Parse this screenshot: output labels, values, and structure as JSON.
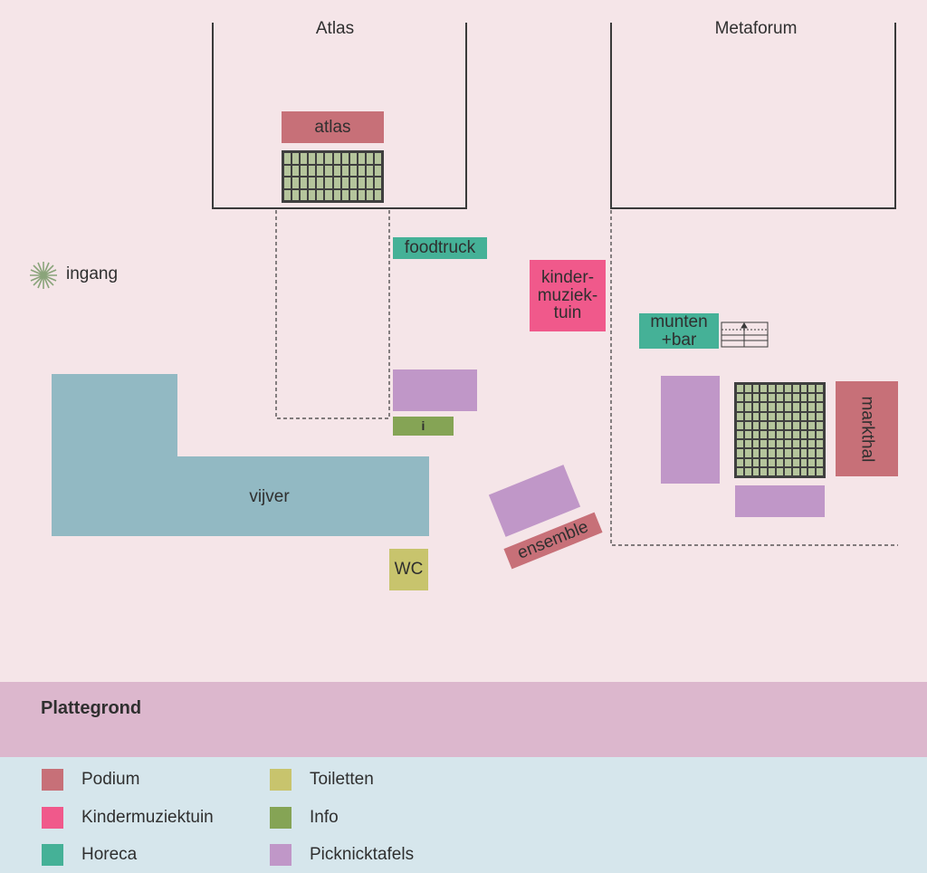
{
  "colors": {
    "podium": "#c77078",
    "kindermuziektuin": "#f0598b",
    "horeca": "#45b197",
    "toiletten": "#c8c46d",
    "info": "#85a455",
    "picknicktafels": "#c097c8",
    "water": "#92b9c3",
    "background": "#f5e5e8"
  },
  "buildings": {
    "atlas": "Atlas",
    "metaforum": "Metaforum"
  },
  "entrance": {
    "label": "ingang",
    "icon": "star-burst-icon"
  },
  "zones": {
    "atlas_stage": "atlas",
    "foodtruck": "foodtruck",
    "kinder_line1": "kinder-",
    "kinder_line2": "muziek-",
    "kinder_line3": "tuin",
    "munten_line1": "munten",
    "munten_line2": "+bar",
    "info": "i",
    "pond": "vijver",
    "wc": "WC",
    "ensemble": "ensemble",
    "markthal": "markthal"
  },
  "title": "Plattegrond",
  "legend": [
    {
      "label": "Podium",
      "color": "#c77078"
    },
    {
      "label": "Kindermuziektuin",
      "color": "#f0598b"
    },
    {
      "label": "Horeca",
      "color": "#45b197"
    },
    {
      "label": "Toiletten",
      "color": "#c8c46d"
    },
    {
      "label": "Info",
      "color": "#85a455"
    },
    {
      "label": "Picknicktafels",
      "color": "#c097c8"
    }
  ]
}
